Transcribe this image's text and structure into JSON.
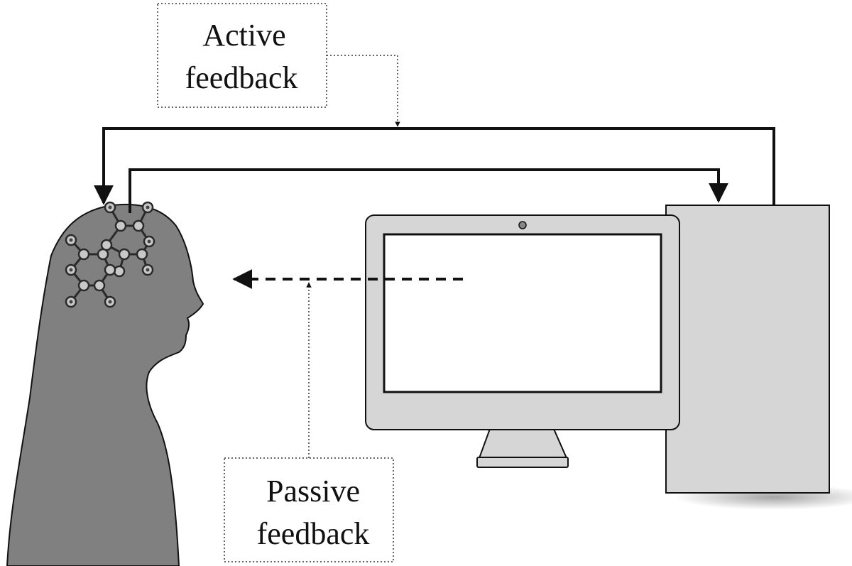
{
  "labels": {
    "active_line1": "Active",
    "active_line2": "feedback",
    "passive_line1": "Passive",
    "passive_line2": "feedback"
  },
  "colors": {
    "silhouette": "#808080",
    "device": "#d6d6d6",
    "screen": "#ffffff",
    "stroke": "#111111",
    "electrode": "#c8c8c8"
  },
  "icons": [
    "head-silhouette-icon",
    "electrode-cap-icon",
    "monitor-icon",
    "computer-tower-icon",
    "webcam-icon"
  ]
}
